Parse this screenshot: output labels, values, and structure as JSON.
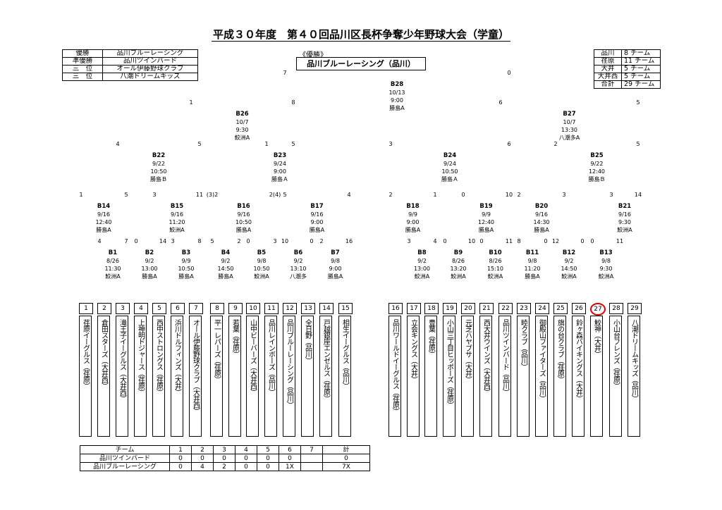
{
  "title": "平成３０年度　第４０回品川区長杯争奪少年野球大会（学童）",
  "results": [
    {
      "rank": "優勝",
      "team": "品川ブルーレーシング"
    },
    {
      "rank": "準優勝",
      "team": "品川ツインバード"
    },
    {
      "rank": "三　位",
      "team": "オール伊藤野球クラブ"
    },
    {
      "rank": "三　位",
      "team": "八潮ドリームキッズ"
    }
  ],
  "counts": [
    {
      "area": "品川",
      "n": "8 チーム"
    },
    {
      "area": "荏原",
      "n": "11 チーム"
    },
    {
      "area": "大井",
      "n": "5 チーム"
    },
    {
      "area": "大井西",
      "n": "5 チーム"
    },
    {
      "area": "合計",
      "n": "29 チーム"
    }
  ],
  "champion_label": "《優勝》",
  "champion": "品川ブルーレーシング（品川）",
  "teams": [
    {
      "num": "1",
      "name": "荏原イーグルス（荏原）"
    },
    {
      "num": "2",
      "name": "倉田スターズ（大井西）"
    },
    {
      "num": "3",
      "name": "滝王子イーグルス（大井西）"
    },
    {
      "num": "4",
      "name": "上神明ドジャース（荏原）"
    },
    {
      "num": "5",
      "name": "西中ストロングス（荏原）"
    },
    {
      "num": "6",
      "name": "浜川ドルフィンズ（大井）"
    },
    {
      "num": "7",
      "name": "オール伊藤野球クラブ（大井西）"
    },
    {
      "num": "8",
      "name": "平一レパーズ（荏原）"
    },
    {
      "num": "9",
      "name": "若葉（荏原）"
    },
    {
      "num": "10",
      "name": "山中ビーバーズ（大井西）"
    },
    {
      "num": "11",
      "name": "品川レインボーズ（品川）"
    },
    {
      "num": "12",
      "name": "品川ブルーレーシング（品川）"
    },
    {
      "num": "13",
      "name": "全日野（品川）"
    },
    {
      "num": "14",
      "name": "戸越銀座エンゼルス（荏原）"
    },
    {
      "num": "15",
      "name": "相生イーグルス（品川）"
    },
    {
      "num": "16",
      "name": "品川ワールドイーグルス（荏原）"
    },
    {
      "num": "17",
      "name": "立会キングス（大井）"
    },
    {
      "num": "18",
      "name": "豊葉（荏原）"
    },
    {
      "num": "19",
      "name": "小山三丁目ヒッポーズ（荏原）"
    },
    {
      "num": "20",
      "name": "元芝ハヤブサ（大井）"
    },
    {
      "num": "21",
      "name": "西大井ウインズ（大井西）"
    },
    {
      "num": "22",
      "name": "品川ツインバード（品川）"
    },
    {
      "num": "23",
      "name": "睦クラブ（品川）"
    },
    {
      "num": "24",
      "name": "御殿山ファイターズ（品川）"
    },
    {
      "num": "25",
      "name": "旗の台クラブ（荏原）"
    },
    {
      "num": "26",
      "name": "鈴ヶ森バイキングス（大井）"
    },
    {
      "num": "27",
      "name": "鮫神（大井）"
    },
    {
      "num": "28",
      "name": "小山台フレンズ（荏原）"
    },
    {
      "num": "29",
      "name": "八潮ドリームキッズ（品川）"
    }
  ],
  "games": {
    "B1": {
      "id": "B1",
      "date": "8/26",
      "time": "11:30",
      "venue": "鮫洲A"
    },
    "B2": {
      "id": "B2",
      "date": "9/2",
      "time": "13:00",
      "venue": "勝島A"
    },
    "B3": {
      "id": "B3",
      "date": "9/9",
      "time": "10:50",
      "venue": "勝島A"
    },
    "B4": {
      "id": "B4",
      "date": "9/2",
      "time": "14:50",
      "venue": "勝島A"
    },
    "B5": {
      "id": "B5",
      "date": "9/8",
      "time": "10:50",
      "venue": "鮫洲A"
    },
    "B6": {
      "id": "B6",
      "date": "9/2",
      "time": "13:10",
      "venue": "八潮多"
    },
    "B7": {
      "id": "B7",
      "date": "9/8",
      "time": "9:00",
      "venue": "勝島A"
    },
    "B8": {
      "id": "B8",
      "date": "9/2",
      "time": "13:00",
      "venue": "鮫洲A"
    },
    "B9": {
      "id": "B9",
      "date": "8/26",
      "time": "13:20",
      "venue": "鮫洲A"
    },
    "B10": {
      "id": "B10",
      "date": "8/26",
      "time": "15:10",
      "venue": "鮫洲A"
    },
    "B11": {
      "id": "B11",
      "date": "9/8",
      "time": "11:20",
      "venue": "勝島A"
    },
    "B12": {
      "id": "B12",
      "date": "9/2",
      "time": "14:50",
      "venue": "鮫洲A"
    },
    "B13": {
      "id": "B13",
      "date": "9/8",
      "time": "9:30",
      "venue": "鮫洲A"
    },
    "B14": {
      "id": "B14",
      "date": "9/16",
      "time": "12:40",
      "venue": "勝島A"
    },
    "B15": {
      "id": "B15",
      "date": "9/16",
      "time": "11:20",
      "venue": "鮫洲A"
    },
    "B16": {
      "id": "B16",
      "date": "9/16",
      "time": "10:50",
      "venue": "勝島A"
    },
    "B17": {
      "id": "B17",
      "date": "9/16",
      "time": "9:00",
      "venue": "勝島A"
    },
    "B18": {
      "id": "B18",
      "date": "9/9",
      "time": "9:00",
      "venue": "勝島A"
    },
    "B19": {
      "id": "B19",
      "date": "9/9",
      "time": "12:40",
      "venue": "勝島A"
    },
    "B20": {
      "id": "B20",
      "date": "9/16",
      "time": "14:30",
      "venue": "勝島A"
    },
    "B21": {
      "id": "B21",
      "date": "9/16",
      "time": "9:30",
      "venue": "鮫洲A"
    },
    "B22": {
      "id": "B22",
      "date": "9/22",
      "time": "10:50",
      "venue": "勝島Ｂ"
    },
    "B23": {
      "id": "B23",
      "date": "9/24",
      "time": "9:00",
      "venue": "勝島Ａ"
    },
    "B24": {
      "id": "B24",
      "date": "9/24",
      "time": "10:50",
      "venue": "勝島Ａ"
    },
    "B25": {
      "id": "B25",
      "date": "9/22",
      "time": "12:40",
      "venue": "勝島Ｂ"
    },
    "B26": {
      "id": "B26",
      "date": "10/7",
      "time": "9:30",
      "venue": "鮫洲A"
    },
    "B27": {
      "id": "B27",
      "date": "10/7",
      "time": "13:30",
      "venue": "八潮多A"
    },
    "B28": {
      "id": "B28",
      "date": "10/13",
      "time": "9:00",
      "venue": "勝島A"
    }
  },
  "scores": {
    "B1": [
      "4",
      "7"
    ],
    "B2": [
      "0",
      "14"
    ],
    "B3": [
      "3",
      "8"
    ],
    "B4": [
      "5",
      "2"
    ],
    "B5": [
      "0",
      "3"
    ],
    "B6": [
      "10",
      "0"
    ],
    "B7": [
      "2",
      "16"
    ],
    "B8": [
      "3",
      "4"
    ],
    "B9": [
      "0",
      "10"
    ],
    "B10": [
      "0",
      "11"
    ],
    "B11": [
      "8",
      "0"
    ],
    "B12": [
      "12",
      "0"
    ],
    "B13": [
      "0",
      "11"
    ],
    "B14": [
      "1",
      "5"
    ],
    "B15": [
      "3",
      "11"
    ],
    "B16": [
      "(3)2",
      "2(4)"
    ],
    "B17": [
      "5",
      "4"
    ],
    "B18": [
      "2",
      "1"
    ],
    "B19": [
      "0",
      "10"
    ],
    "B20": [
      "2",
      "3"
    ],
    "B21": [
      "3",
      "14"
    ],
    "B22": [
      "4",
      "5"
    ],
    "B23": [
      "1",
      "5"
    ],
    "B24": [
      "3",
      "6"
    ],
    "B25": [
      "2",
      "5"
    ],
    "B26": [
      "1",
      "8"
    ],
    "B27": [
      "6",
      "5"
    ],
    "B28": [
      "7",
      "0"
    ]
  },
  "score_table": {
    "header": [
      "チーム",
      "1",
      "2",
      "3",
      "4",
      "5",
      "6",
      "7",
      "計"
    ],
    "rows": [
      [
        "品川ツインバード",
        "0",
        "0",
        "0",
        "0",
        "0",
        "0",
        "",
        "0"
      ],
      [
        "品川ブルーレーシング",
        "0",
        "4",
        "2",
        "0",
        "0",
        "1X",
        "",
        "7X"
      ]
    ]
  },
  "colors": {
    "win": "#e00000",
    "lose": "#000000"
  }
}
